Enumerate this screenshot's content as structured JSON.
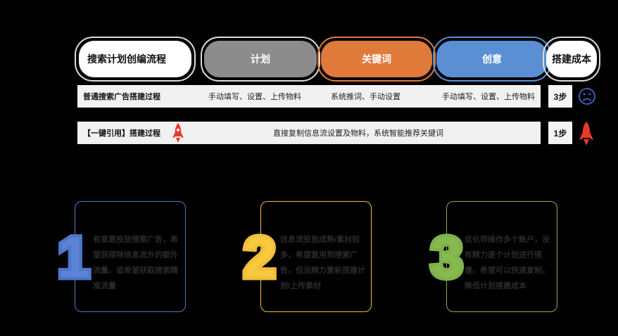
{
  "header": {
    "title": "搜索计划创编流程",
    "col_plan": "计划",
    "col_keyword": "关键词",
    "col_creative": "创意",
    "col_cost": "搭建成本"
  },
  "rows": [
    {
      "title": "普通搜索广告搭建过程",
      "plan": "手动填写、设置、上传物料",
      "keyword": "系统推词、手动设置",
      "creative": "手动填写、设置、上传物料",
      "steps": "3步",
      "status_icon": "sad-face-icon"
    },
    {
      "title": "【一键引用】搭建过程",
      "title_icon": "rocket-icon",
      "merged": "直接复制信息流设置及物料，系统智能推荐关键词",
      "steps": "1步",
      "status_icon": "rocket-icon"
    }
  ],
  "cards": [
    {
      "number": "1",
      "text": "有意愿投放搜索广告，希望获得除信息流外的额外流量，或希望获取搜索精准流量"
    },
    {
      "number": "2",
      "text": "信息流投放成熟/素材较多，希望复用到搜索广告，但没精力重新搭建计划/上传素材"
    },
    {
      "number": "3",
      "text": "优化师操作多个账户，没有精力逐个计划进行搭建，希望可以快速复制，降低计划搭建成本"
    }
  ],
  "colors": {
    "orange": "#e07a3a",
    "blue": "#5b8fd4",
    "gray": "#8c8c8c",
    "card1": "#4f77c9",
    "card2": "#f2bf3b",
    "card3": "#7fb24a",
    "rocket": "#e8392c"
  }
}
